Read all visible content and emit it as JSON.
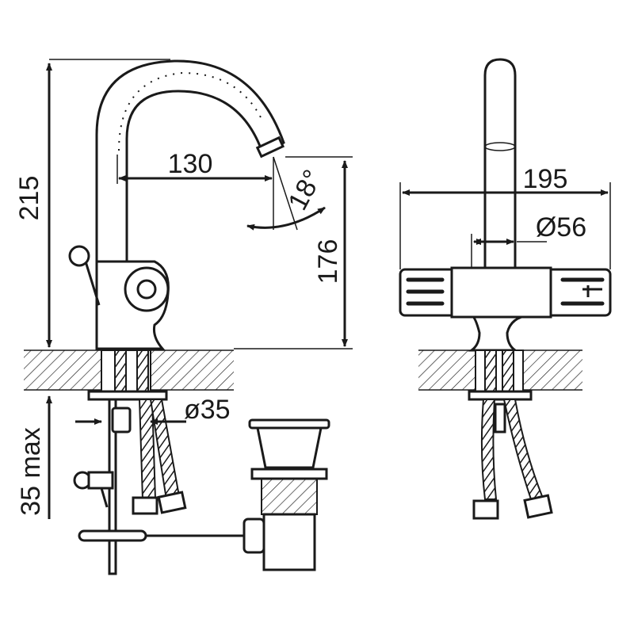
{
  "drawing": {
    "dimensions": {
      "total_height": "215",
      "spout_reach": "130",
      "spout_angle": "18°",
      "spout_height": "176",
      "max_counter_thickness": "35 max",
      "hole_diameter": "ø35",
      "total_width": "195",
      "body_diameter": "Ø56"
    }
  }
}
